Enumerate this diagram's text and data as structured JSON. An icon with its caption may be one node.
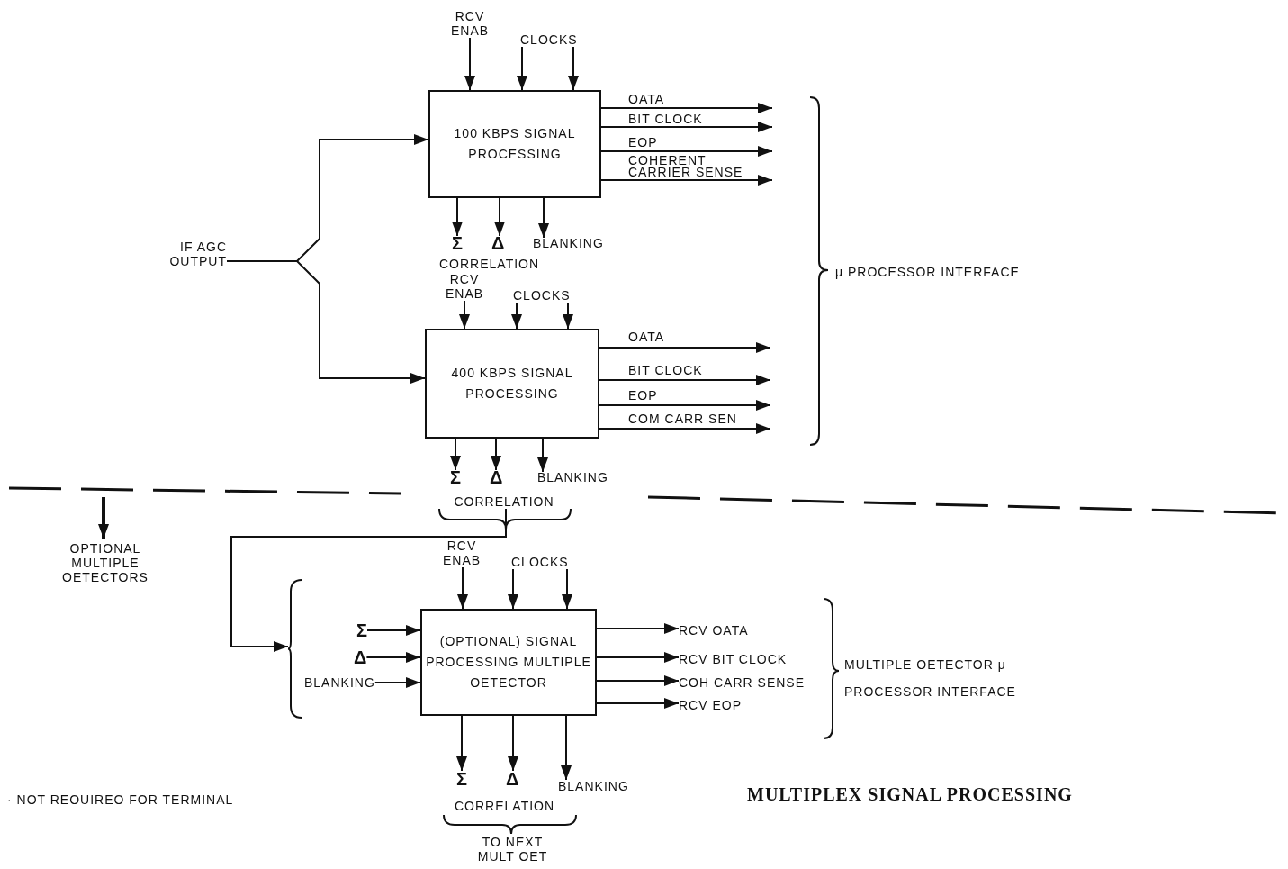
{
  "diagram": {
    "caption": "MULTIPLEX SIGNAL PROCESSING",
    "nodes": [
      {
        "text": [
          "RCV ENAB"
        ]
      },
      {
        "text": [
          "CLOCKS"
        ]
      },
      {
        "text": [
          "IF AGC OUTPUT"
        ]
      },
      {
        "text": [
          "100 KBPS SIGNAL PROCESSING"
        ]
      },
      {
        "text": [
          "Σ"
        ]
      },
      {
        "text": [
          "Δ"
        ]
      },
      {
        "text": [
          "BLANKING"
        ]
      },
      {
        "text": [
          "RCV ENAB"
        ]
      },
      {
        "text": [
          "CLOCKS"
        ]
      },
      {
        "text": [
          "400 KBPS SIGNAL PROCESSING"
        ]
      },
      {
        "text": [
          "Σ"
        ]
      },
      {
        "text": [
          "Δ"
        ]
      },
      {
        "text": [
          "BLANKING"
        ]
      },
      {
        "text": [
          "CORRELATION"
        ]
      },
      {
        "text": [
          "RCV ENAB"
        ]
      },
      {
        "text": [
          "CLOCKS"
        ]
      },
      {
        "text": [],
        "shape": "brace"
      },
      {
        "text": [
          "Σ"
        ]
      },
      {
        "text": [
          "Δ"
        ]
      },
      {
        "text": [
          "BLANKING"
        ]
      },
      {
        "text": [
          "(OPTIONAL) SIGNAL PROCESSING MULTIPLE OETECTOR"
        ]
      },
      {
        "text": [
          "RCV OATA"
        ]
      },
      {
        "text": [
          "RCV BIT CLOCK"
        ]
      },
      {
        "text": [
          "COH CARR SENSE"
        ]
      },
      {
        "text": [
          "RCV EOP"
        ]
      },
      {
        "text": [
          "Σ"
        ]
      },
      {
        "text": [
          "Δ"
        ]
      },
      {
        "text": [
          "BLANKING"
        ]
      }
    ],
    "edges": [
      {
        "from": 0,
        "to": 3,
        "arrow": "to"
      },
      {
        "from": 1,
        "to": 3,
        "arrow": "to"
      },
      {
        "from": 1,
        "to": 3,
        "arrow": "to"
      },
      {
        "from": 2,
        "to": 3,
        "arrow": "to"
      },
      {
        "from": 2,
        "to": 9,
        "arrow": "to"
      },
      {
        "from": 3,
        "to": null,
        "arrow": "to",
        "label": "OATA"
      },
      {
        "from": 3,
        "to": null,
        "arrow": "to",
        "label": "BIT CLOCK"
      },
      {
        "from": 3,
        "to": null,
        "arrow": "to",
        "label": "EOP"
      },
      {
        "from": 3,
        "to": null,
        "arrow": "to",
        "label": "COHERENT CARRIER SENSE"
      },
      {
        "from": 3,
        "to": 4,
        "arrow": "to"
      },
      {
        "from": 3,
        "to": 5,
        "arrow": "to"
      },
      {
        "from": 3,
        "to": 6,
        "arrow": "to"
      },
      {
        "from": 7,
        "to": 9,
        "arrow": "to"
      },
      {
        "from": 8,
        "to": 9,
        "arrow": "to"
      },
      {
        "from": 8,
        "to": 9,
        "arrow": "to"
      },
      {
        "from": 9,
        "to": null,
        "arrow": "to",
        "label": "OATA"
      },
      {
        "from": 9,
        "to": null,
        "arrow": "to",
        "label": "BIT CLOCK"
      },
      {
        "from": 9,
        "to": null,
        "arrow": "to",
        "label": "EOP"
      },
      {
        "from": 9,
        "to": null,
        "arrow": "to",
        "label": "COM CARR SEN"
      },
      {
        "from": 9,
        "to": 10,
        "arrow": "to"
      },
      {
        "from": 9,
        "to": 11,
        "arrow": "to"
      },
      {
        "from": 9,
        "to": 12,
        "arrow": "to"
      },
      {
        "from": 13,
        "to": 16,
        "arrow": "to"
      },
      {
        "from": 14,
        "to": 20,
        "arrow": "to"
      },
      {
        "from": 15,
        "to": 20,
        "arrow": "to"
      },
      {
        "from": 15,
        "to": 20,
        "arrow": "to"
      },
      {
        "from": 17,
        "to": 20,
        "arrow": "to"
      },
      {
        "from": 18,
        "to": 20,
        "arrow": "to"
      },
      {
        "from": 19,
        "to": 20,
        "arrow": "to"
      },
      {
        "from": 20,
        "to": 21,
        "arrow": "to"
      },
      {
        "from": 20,
        "to": 22,
        "arrow": "to"
      },
      {
        "from": 20,
        "to": 23,
        "arrow": "to"
      },
      {
        "from": 20,
        "to": 24,
        "arrow": "to"
      },
      {
        "from": 20,
        "to": 25,
        "arrow": "to"
      },
      {
        "from": 20,
        "to": 26,
        "arrow": "to"
      },
      {
        "from": 20,
        "to": 27,
        "arrow": "to"
      }
    ],
    "labels": [
      "CORRELATION",
      "μ PROCESSOR INTERFACE",
      "OPTIONAL MULTIPLE OETECTORS",
      "MULTIPLE OETECTOR μ PROCESSOR INTERFACE",
      "CORRELATION",
      "TO NEXT MULT OET",
      "· NOT REOUIREO FOR TERMINAL"
    ]
  }
}
